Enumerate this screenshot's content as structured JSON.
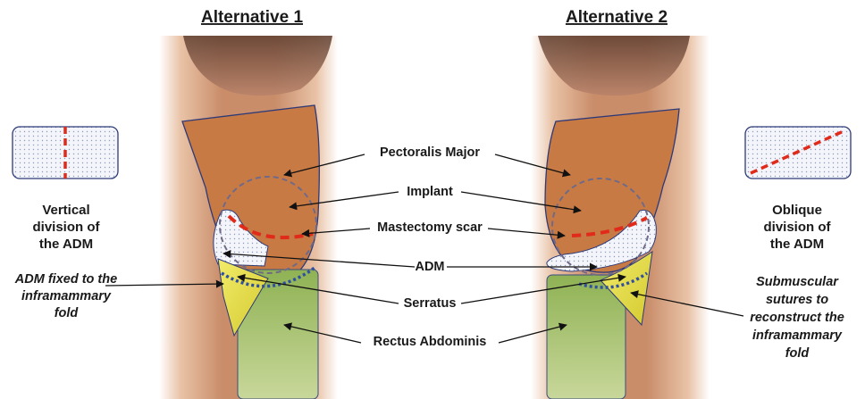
{
  "titles": {
    "left": "Alternative 1",
    "right": "Alternative 2"
  },
  "center_labels": {
    "pectoralis": "Pectoralis Major",
    "implant": "Implant",
    "scar": "Mastectomy scar",
    "adm": "ADM",
    "serratus": "Serratus",
    "rectus": "Rectus Abdominis"
  },
  "left_notes": {
    "division": [
      "Vertical",
      "division of",
      "the ADM"
    ],
    "fixation": [
      "ADM fixed to the",
      "inframammary",
      "fold"
    ]
  },
  "right_notes": {
    "division": [
      "Oblique",
      "division of",
      "the ADM"
    ],
    "sutures": [
      "Submuscular",
      "sutures to",
      "reconstruct the",
      "inframammary",
      "fold"
    ]
  },
  "colors": {
    "pectoralis": "#c87a45",
    "skin": "#d9a07e",
    "implant_outline": "#7a6a8a",
    "scar": "#e02a1a",
    "adm": "#f4f6fb",
    "serratus": "#e9e04a",
    "rectus": "#a8c06a",
    "suture": "#2f4fa0"
  }
}
